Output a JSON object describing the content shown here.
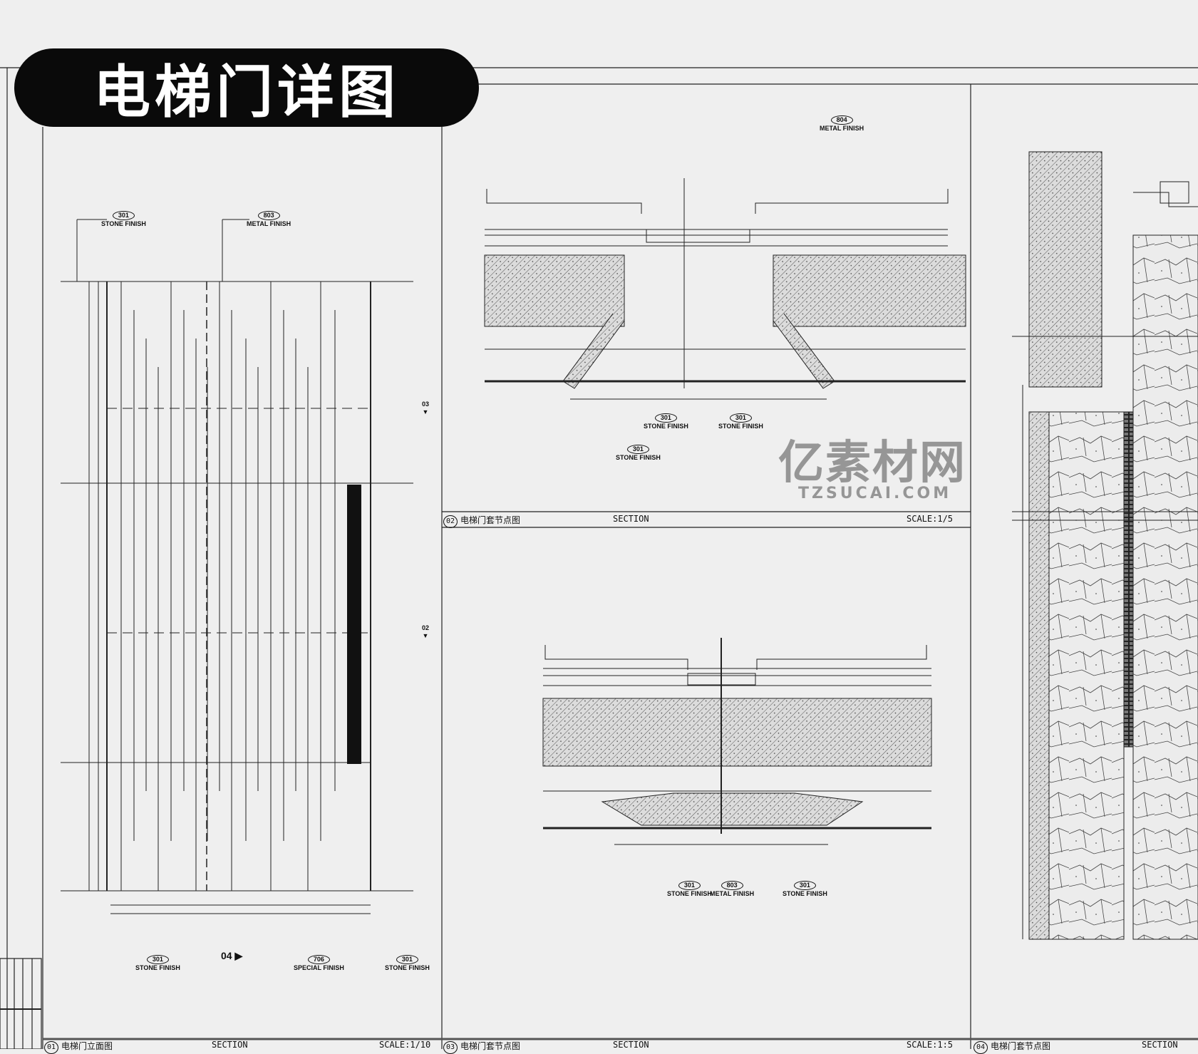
{
  "banner": {
    "title": "电梯门详图"
  },
  "watermark": {
    "brand": "亿素材网",
    "url": "TZSUCAI.COM"
  },
  "panels": [
    {
      "num": "01",
      "title": "电梯门立面图",
      "type": "SECTION",
      "scale": "SCALE:1/10"
    },
    {
      "num": "02",
      "title": "电梯门套节点图",
      "type": "SECTION",
      "scale": "SCALE:1/5"
    },
    {
      "num": "03",
      "title": "电梯门套节点图",
      "type": "SECTION",
      "scale": "SCALE:1:5"
    },
    {
      "num": "04",
      "title": "电梯门套节点图",
      "type": "SECTION"
    }
  ],
  "callouts": {
    "p01_top": [
      {
        "code": "301",
        "name": "STONE FINISH"
      },
      {
        "code": "803",
        "name": "METAL FINISH"
      }
    ],
    "p01_bottom": [
      {
        "code": "301",
        "name": "STONE FINISH"
      },
      {
        "code": "706",
        "name": "SPECIAL FINISH"
      },
      {
        "code": "301",
        "name": "STONE FINISH"
      }
    ],
    "p01_section_marks": [
      "03",
      "02",
      "04"
    ],
    "p02": [
      {
        "code": "804",
        "name": "METAL FINISH"
      },
      {
        "code": "301",
        "name": "STONE FINISH"
      },
      {
        "code": "301",
        "name": "STONE FINISH"
      },
      {
        "code": "301",
        "name": "STONE FINISH"
      }
    ],
    "p03": [
      {
        "code": "301",
        "name": "STONE FINISH"
      },
      {
        "code": "803",
        "name": "METAL FINISH"
      },
      {
        "code": "301",
        "name": "STONE FINISH"
      }
    ]
  }
}
